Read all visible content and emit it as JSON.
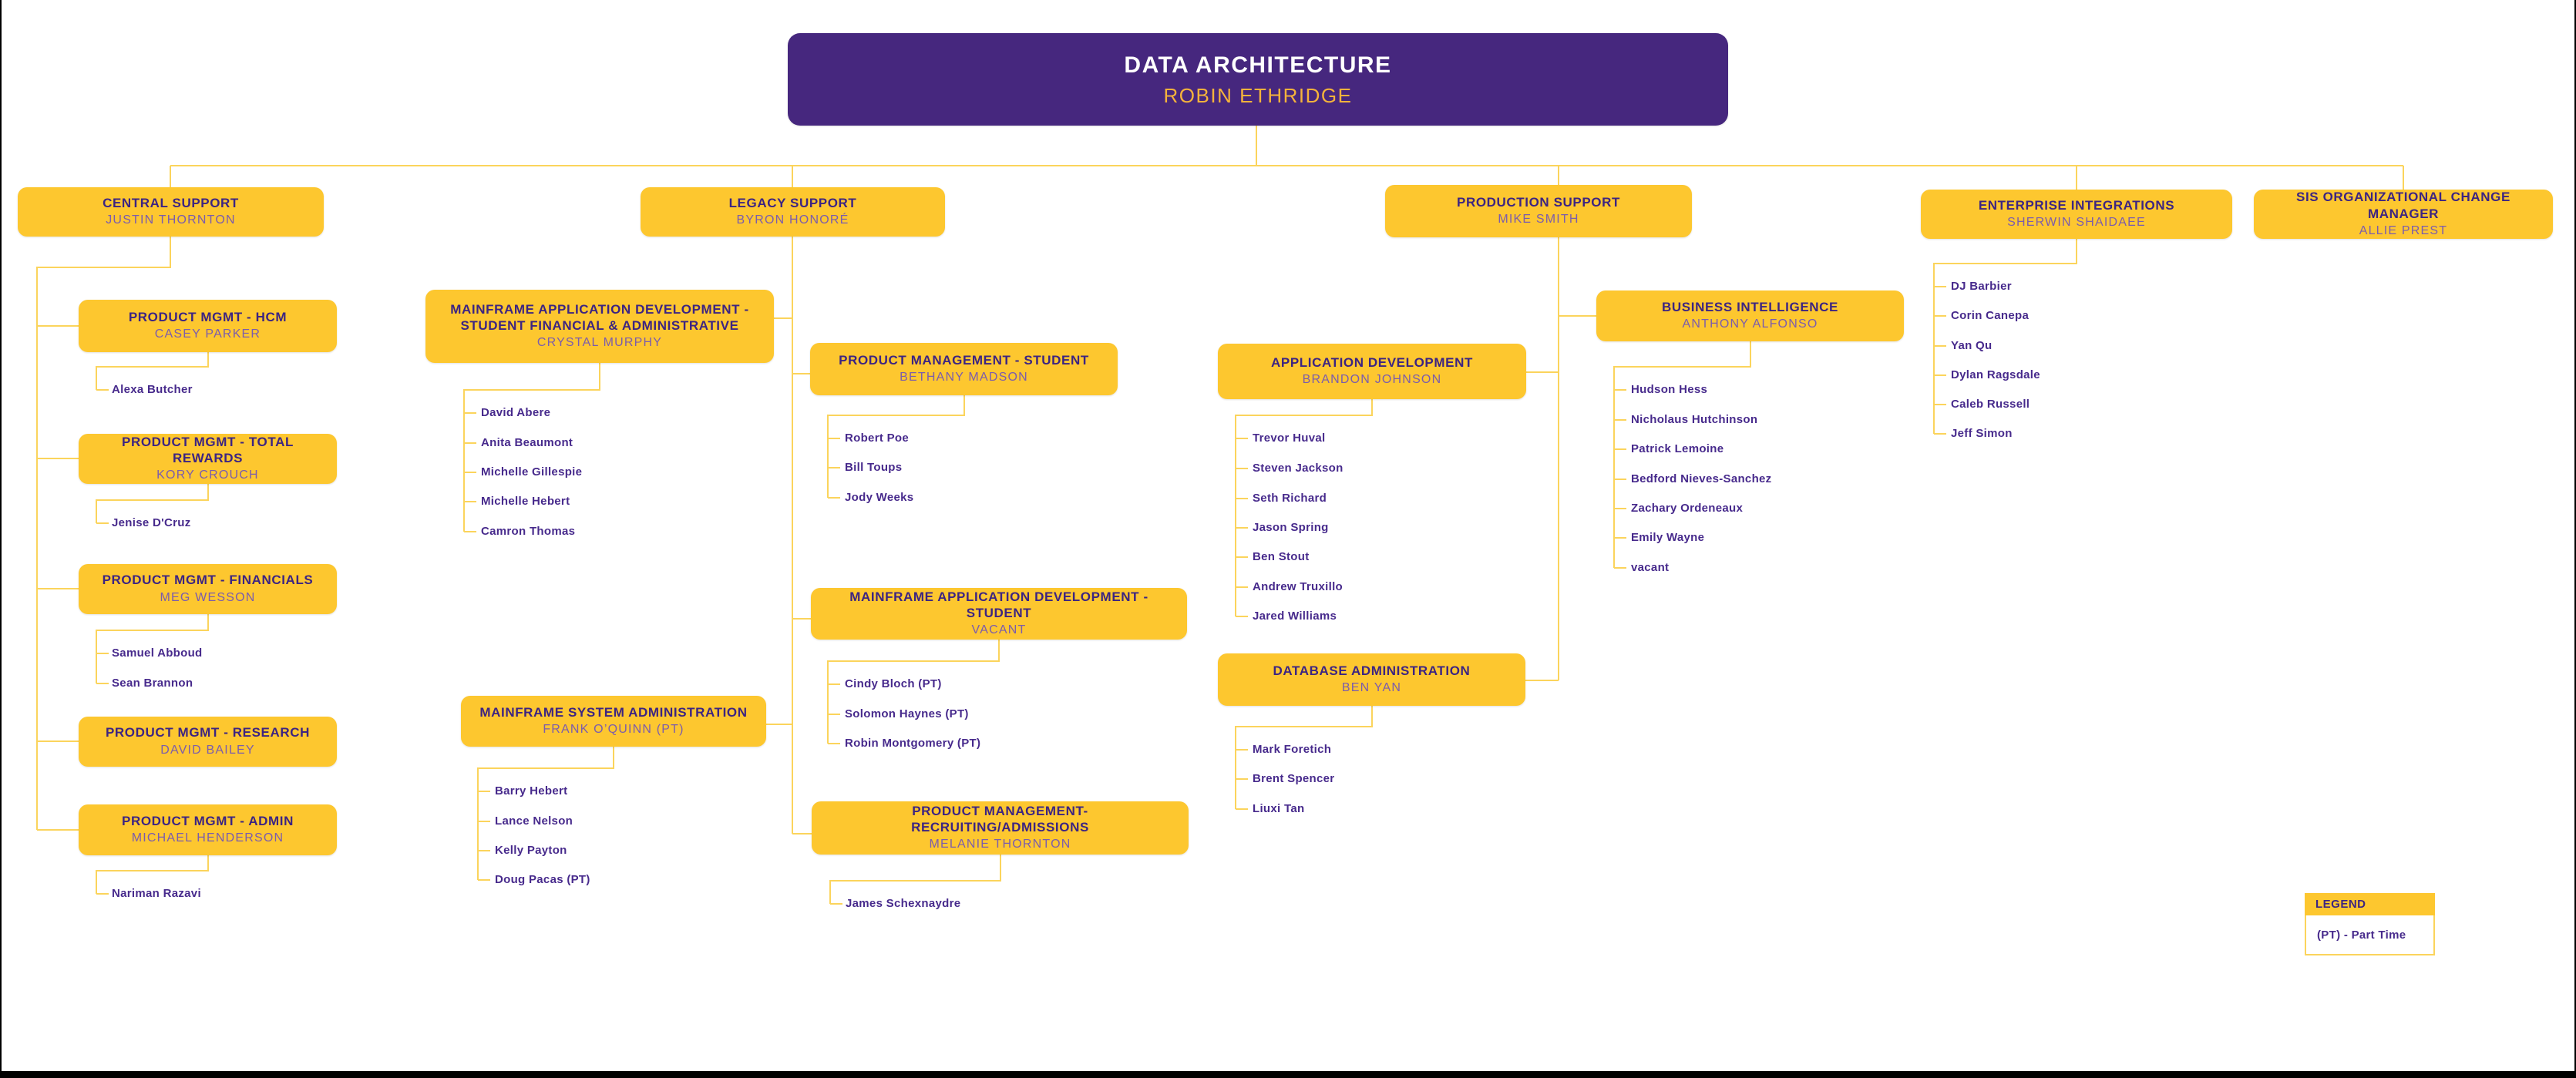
{
  "root": {
    "title": "DATA ARCHITECTURE",
    "name": "ROBIN ETHRIDGE"
  },
  "branches": [
    {
      "id": "central-support",
      "title": "CENTRAL SUPPORT",
      "name": "JUSTIN THORNTON",
      "units": [
        {
          "id": "pm-hcm",
          "title": "PRODUCT MGMT - HCM",
          "name": "CASEY PARKER",
          "members": [
            "Alexa Butcher"
          ]
        },
        {
          "id": "pm-total-rewards",
          "title": "PRODUCT MGMT - TOTAL REWARDS",
          "name": "KORY CROUCH",
          "members": [
            "Jenise D'Cruz"
          ]
        },
        {
          "id": "pm-financials",
          "title": "PRODUCT MGMT - FINANCIALS",
          "name": "MEG WESSON",
          "members": [
            "Samuel Abboud",
            "Sean Brannon"
          ]
        },
        {
          "id": "pm-research",
          "title": "PRODUCT MGMT - RESEARCH",
          "name": "DAVID BAILEY",
          "members": []
        },
        {
          "id": "pm-admin",
          "title": "PRODUCT MGMT - ADMIN",
          "name": "MICHAEL HENDERSON",
          "members": [
            "Nariman Razavi"
          ]
        }
      ]
    },
    {
      "id": "legacy-support",
      "title": "LEGACY SUPPORT",
      "name": "BYRON HONORÉ",
      "units": [
        {
          "id": "mad-sfa",
          "title": "MAINFRAME APPLICATION  DEVELOPMENT - STUDENT FINANCIAL & ADMINISTRATIVE",
          "name": "CRYSTAL MURPHY",
          "members": [
            "David Abere",
            "Anita Beaumont",
            "Michelle Gillespie",
            "Michelle Hebert",
            "Camron Thomas"
          ]
        },
        {
          "id": "pm-student",
          "title": "PRODUCT MANAGEMENT - STUDENT",
          "name": "BETHANY MADSON",
          "members": [
            "Robert Poe",
            "Bill Toups",
            "Jody Weeks"
          ]
        },
        {
          "id": "mad-student",
          "title": "MAINFRAME APPLICATION DEVELOPMENT - STUDENT",
          "name": "VACANT",
          "members": [
            "Cindy Bloch (PT)",
            "Solomon Haynes (PT)",
            "Robin Montgomery (PT)"
          ]
        },
        {
          "id": "msa",
          "title": "MAINFRAME SYSTEM ADMINISTRATION",
          "name": "FRANK O’QUINN (PT)",
          "members": [
            "Barry Hebert",
            "Lance Nelson",
            "Kelly Payton",
            "Doug Pacas (PT)"
          ]
        },
        {
          "id": "pm-recruiting",
          "title": "PRODUCT MANAGEMENT- RECRUITING/ADMISSIONS",
          "name": "MELANIE THORNTON",
          "members": [
            "James Schexnaydre"
          ]
        }
      ]
    },
    {
      "id": "production-support",
      "title": "PRODUCTION SUPPORT",
      "name": "MIKE SMITH",
      "units": [
        {
          "id": "app-dev",
          "title": "APPLICATION DEVELOPMENT",
          "name": "BRANDON JOHNSON",
          "members": [
            "Trevor Huval",
            "Steven Jackson",
            "Seth Richard",
            "Jason Spring",
            "Ben Stout",
            "Andrew Truxillo",
            "Jared Williams"
          ]
        },
        {
          "id": "bi",
          "title": "BUSINESS INTELLIGENCE",
          "name": "ANTHONY ALFONSO",
          "members": [
            "Hudson Hess",
            "Nicholaus Hutchinson",
            "Patrick Lemoine",
            "Bedford Nieves-Sanchez",
            "Zachary Ordeneaux",
            "Emily Wayne",
            "vacant"
          ]
        },
        {
          "id": "dba",
          "title": "DATABASE ADMINISTRATION",
          "name": "BEN YAN",
          "members": [
            "Mark Foretich",
            "Brent Spencer",
            "Liuxi Tan"
          ]
        }
      ]
    },
    {
      "id": "enterprise-integrations",
      "title": "ENTERPRISE INTEGRATIONS",
      "name": "SHERWIN SHAIDAEE",
      "members": [
        "DJ Barbier",
        "Corin Canepa",
        "Yan Qu",
        "Dylan Ragsdale",
        "Caleb Russell",
        "Jeff Simon"
      ],
      "units": []
    },
    {
      "id": "sis-ocm",
      "title": "SIS ORGANIZATIONAL CHANGE MANAGER",
      "name": "ALLIE PREST",
      "units": []
    }
  ],
  "legend": {
    "header": "LEGEND",
    "body": "(PT) - Part Time"
  },
  "colors": {
    "box_yellow": "#FDC72F",
    "root_purple": "#46277E",
    "title_purple": "#3C2482",
    "name_purple": "#7B5CAD",
    "member_purple": "#472A8C",
    "line_gold": "#FBD45C"
  }
}
